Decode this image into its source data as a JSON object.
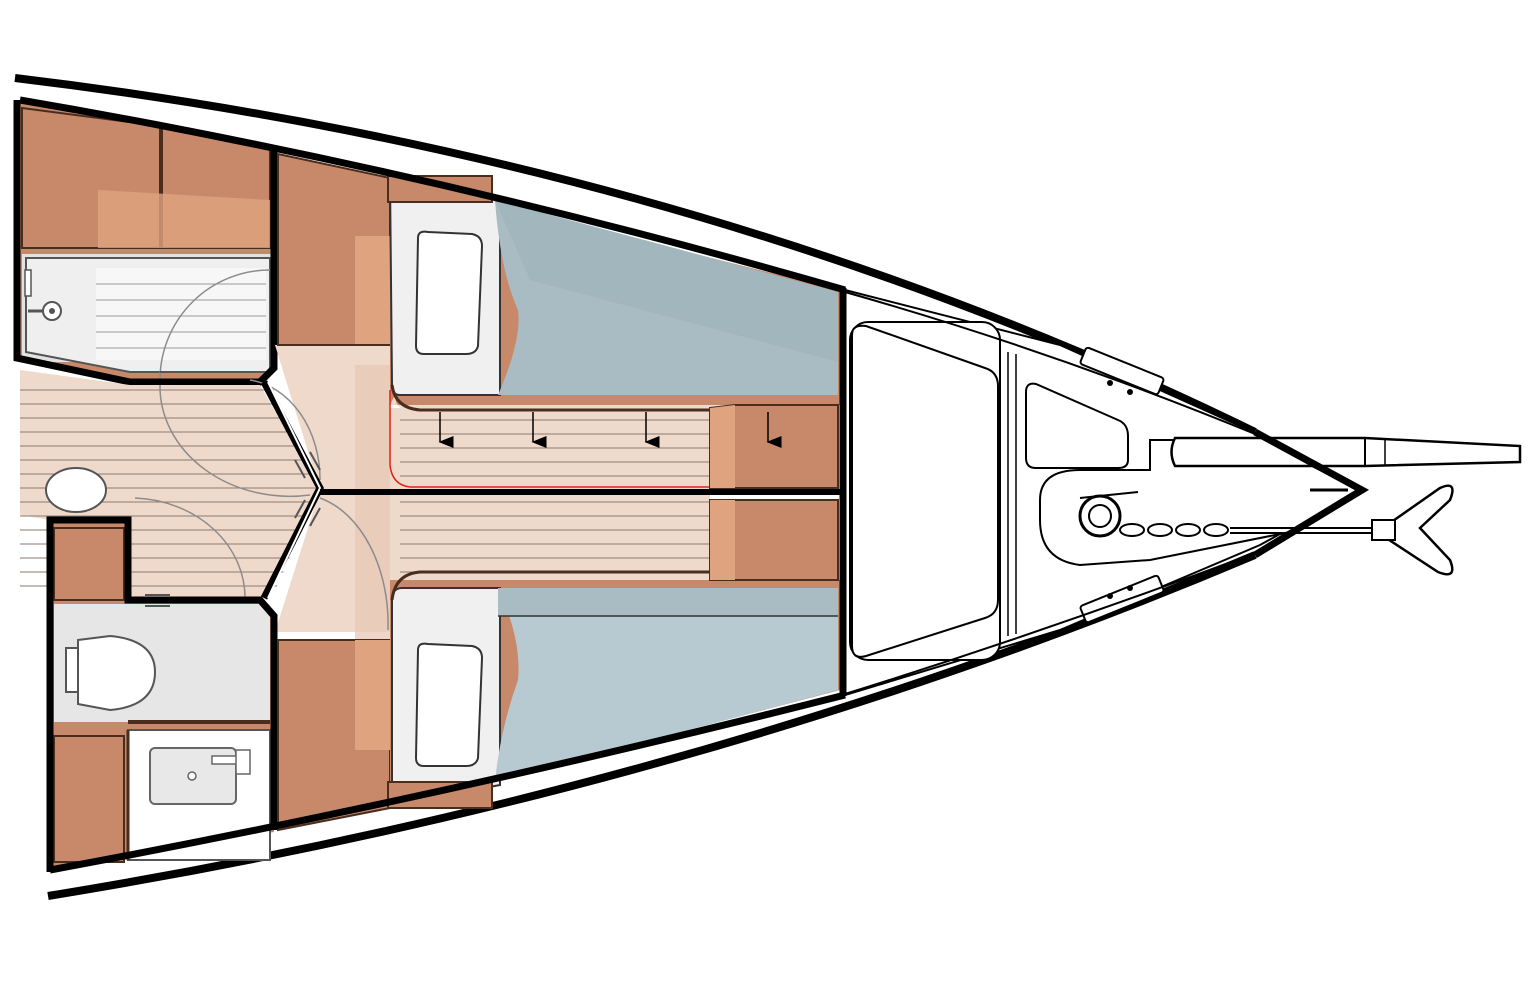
{
  "diagram": {
    "kind": "yacht-forward-cabin-layout-plan",
    "labels": [],
    "palette": {
      "hull_line": "#000000",
      "wood": "#c8896a",
      "wood_light": "#dfa47f",
      "floor": "#efd9cb",
      "floor_plank_line": "#8a7a72",
      "mattress": "#b7c9d1",
      "mattress_shadow": "#a3b4bb",
      "pillow": "#f2f2f2",
      "wet_room": "#e6e6e6",
      "deck": "#ffffff",
      "accent_line": "#e0231a",
      "door_arc": "#8c8c8c"
    },
    "regions": [
      "shower-room",
      "head-compartment",
      "washbasin",
      "starboard-berth",
      "port-berth",
      "central-passage",
      "locker-cabinets",
      "chain-locker",
      "anchor-windlass",
      "bow-roller",
      "bowsprit"
    ],
    "storage_arrows": 4
  }
}
